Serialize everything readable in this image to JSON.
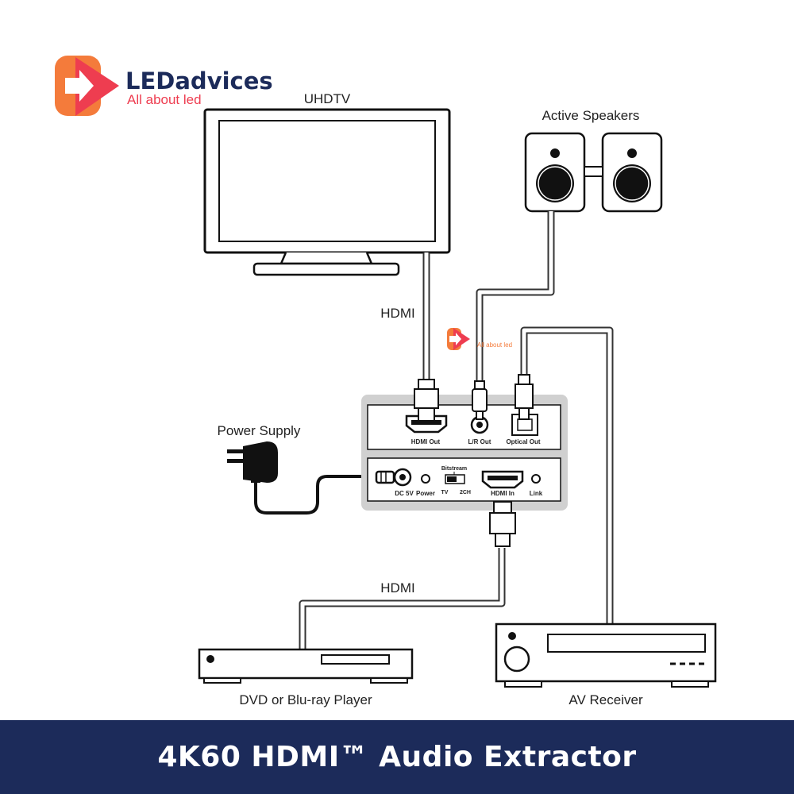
{
  "brand": {
    "name": "LEDadvices",
    "tagline": "All about led",
    "watermark_tagline": "All about led",
    "colors": {
      "primary": "#f47b3b",
      "accent": "#ee3d50",
      "navy": "#1c2b5a"
    }
  },
  "devices": {
    "tv": "UHDTV",
    "speakers": "Active Speakers",
    "power_supply": "Power Supply",
    "player": "DVD or Blu-ray Player",
    "receiver": "AV Receiver"
  },
  "cables": {
    "tv_hdmi": "HDMI",
    "player_hdmi": "HDMI"
  },
  "extractor": {
    "hdmi_out": "HDMI Out",
    "lr_out": "L/R Out",
    "optical_out": "Optical Out",
    "dc_5v": "DC 5V",
    "power": "Power",
    "bitstream": "Bitstream",
    "tv": "TV",
    "two_ch": "2CH",
    "hdmi_in": "HDMI In",
    "link": "Link"
  },
  "footer": {
    "title": "4K60 HDMI™ Audio Extractor"
  }
}
